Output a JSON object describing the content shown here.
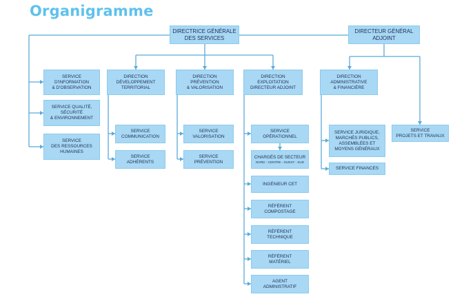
{
  "title": "Organigramme",
  "colors": {
    "title": "#5fc1ee",
    "box_fill": "#a8d8f4",
    "connector": "#5aa9d8",
    "text": "#1f2f56"
  },
  "nodes": {
    "dgs": {
      "lines": [
        "DIRECTRICE GÉNÉRALE",
        "DES SERVICES"
      ]
    },
    "dga": {
      "lines": [
        "DIRECTEUR GÉNÉRAL",
        "ADJOINT"
      ]
    },
    "svc_info": {
      "lines": [
        "SERVICE",
        "D'INFORMATION",
        "& D'OBSERVATION"
      ]
    },
    "svc_qualite": {
      "lines": [
        "SERVICE QUALITÉ,",
        "SÉCURITÉ",
        "& ENVIRONNEMENT"
      ]
    },
    "svc_rh": {
      "lines": [
        "SERVICE",
        "DES RESSOURCES",
        "HUMAINES"
      ]
    },
    "dir_dev": {
      "lines": [
        "DIRECTION",
        "DÉVELOPPEMENT",
        "TERRITORIAL"
      ]
    },
    "dir_prev": {
      "lines": [
        "DIRECTION",
        "PRÉVENTION",
        "& VALORISATION"
      ]
    },
    "dir_expl": {
      "lines": [
        "DIRECTION",
        "EXPLOITATION",
        "DIRECTEUR ADJOINT"
      ]
    },
    "dir_admin": {
      "lines": [
        "DIRECTION",
        "ADMINISTRATIVE",
        "& FINANCIÈRE"
      ]
    },
    "svc_comm": {
      "lines": [
        "SERVICE",
        "COMMUNICATION"
      ]
    },
    "svc_adherents": {
      "lines": [
        "SERVICE",
        "ADHÉRENTS"
      ]
    },
    "svc_valo": {
      "lines": [
        "SERVICE",
        "VALORISATION"
      ]
    },
    "svc_prev": {
      "lines": [
        "SERVICE",
        "PRÉVENTION"
      ]
    },
    "svc_oper": {
      "lines": [
        "SERVICE",
        "OPÉRATIONNEL"
      ]
    },
    "charges": {
      "lines": [
        "CHARGÉS DE SECTEUR"
      ],
      "sub": "NORD - CENTRE - OUEST - SUD"
    },
    "ingenieur": {
      "lines": [
        "INGÉNIEUR CET"
      ]
    },
    "ref_compost": {
      "lines": [
        "RÉFÉRENT",
        "COMPOSTAGE"
      ]
    },
    "ref_tech": {
      "lines": [
        "RÉFÉRENT",
        "TECHNIQUE"
      ]
    },
    "ref_mat": {
      "lines": [
        "RÉFÉRENT",
        "MATÉRIEL"
      ]
    },
    "agent": {
      "lines": [
        "AGENT",
        "ADMINISTRATIF"
      ]
    },
    "svc_juridique": {
      "lines": [
        "SERVICE JURIDIQUE,",
        "MARCHÉS PUBLICS,",
        "ASSEMBLÉES ET",
        "MOYENS GÉNÉRAUX"
      ]
    },
    "svc_finances": {
      "lines": [
        "SERVICE FINANCES"
      ]
    },
    "svc_projets": {
      "lines": [
        "SERVICE",
        "PROJETS ET TRAVAUX"
      ]
    }
  }
}
